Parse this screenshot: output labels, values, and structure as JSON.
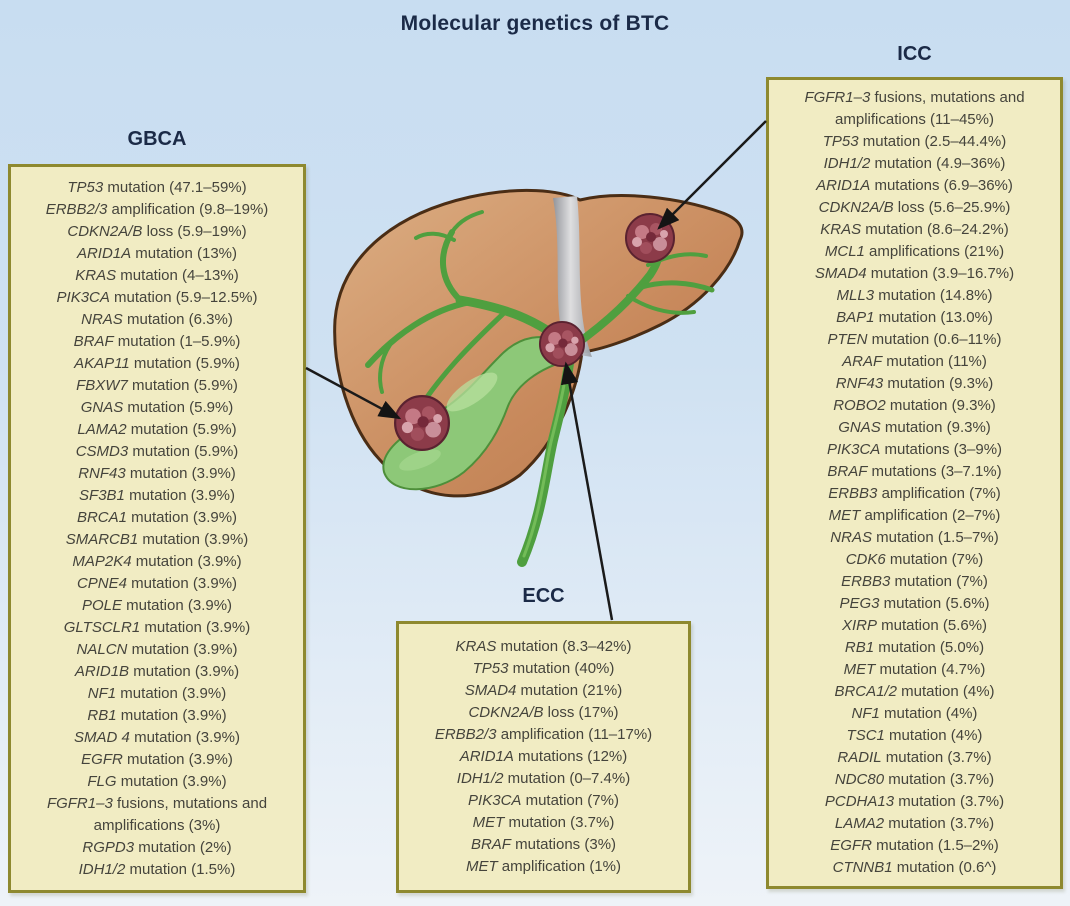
{
  "title": "Molecular genetics of BTC",
  "colors": {
    "background_top": "#c8ddf1",
    "background_bottom": "#eef3f8",
    "box_fill": "#f1ecc3",
    "box_border": "#8e892f",
    "title_text": "#1b2a47",
    "box_text": "#45443c",
    "liver": "#c8895c",
    "bile_green": "#4f9f3f",
    "gallbladder_green": "#8dc878",
    "tumor_red": "#8c3b49",
    "arrow": "#1a1a1a"
  },
  "boxes": {
    "gbca": {
      "label": "GBCA",
      "items": [
        {
          "g": "TP53",
          "r": " mutation (47.1–59%)"
        },
        {
          "g": "ERBB2/3",
          "r": " amplification (9.8–19%)"
        },
        {
          "g": "CDKN2A/B",
          "r": " loss (5.9–19%)"
        },
        {
          "g": "ARID1A",
          "r": " mutation (13%)"
        },
        {
          "g": "KRAS",
          "r": " mutation (4–13%)"
        },
        {
          "g": "PIK3CA",
          "r": " mutation (5.9–12.5%)"
        },
        {
          "g": "NRAS",
          "r": " mutation (6.3%)"
        },
        {
          "g": "BRAF",
          "r": " mutation (1–5.9%)"
        },
        {
          "g": "AKAP11",
          "r": " mutation (5.9%)"
        },
        {
          "g": "FBXW7",
          "r": " mutation (5.9%)"
        },
        {
          "g": "GNAS",
          "r": " mutation (5.9%)"
        },
        {
          "g": "LAMA2",
          "r": " mutation (5.9%)"
        },
        {
          "g": "CSMD3",
          "r": " mutation (5.9%)"
        },
        {
          "g": "RNF43",
          "r": " mutation (3.9%)"
        },
        {
          "g": "SF3B1",
          "r": " mutation (3.9%)"
        },
        {
          "g": "BRCA1",
          "r": " mutation (3.9%)"
        },
        {
          "g": "SMARCB1",
          "r": " mutation (3.9%)"
        },
        {
          "g": "MAP2K4",
          "r": " mutation (3.9%)"
        },
        {
          "g": "CPNE4",
          "r": " mutation (3.9%)"
        },
        {
          "g": "POLE",
          "r": " mutation (3.9%)"
        },
        {
          "g": "GLTSCLR1",
          "r": " mutation (3.9%)"
        },
        {
          "g": "NALCN",
          "r": " mutation (3.9%)"
        },
        {
          "g": "ARID1B",
          "r": " mutation (3.9%)"
        },
        {
          "g": "NF1",
          "r": " mutation (3.9%)"
        },
        {
          "g": "RB1",
          "r": " mutation (3.9%)"
        },
        {
          "g": "SMAD 4",
          "r": " mutation (3.9%)"
        },
        {
          "g": "EGFR",
          "r": " mutation (3.9%)"
        },
        {
          "g": "FLG",
          "r": " mutation (3.9%)"
        },
        {
          "g": "FGFR1–3",
          "r": " fusions, mutations and amplifications (3%)"
        },
        {
          "g": "RGPD3",
          "r": " mutation (2%)"
        },
        {
          "g": "IDH1/2",
          "r": " mutation (1.5%)"
        }
      ]
    },
    "icc": {
      "label": "ICC",
      "items": [
        {
          "g": "FGFR1–3",
          "r": " fusions, mutations and amplifications (11–45%)"
        },
        {
          "g": "TP53",
          "r": " mutation (2.5–44.4%)"
        },
        {
          "g": "IDH1/2",
          "r": " mutation (4.9–36%)"
        },
        {
          "g": "ARID1A",
          "r": " mutations (6.9–36%)"
        },
        {
          "g": "CDKN2A/B",
          "r": " loss (5.6–25.9%)"
        },
        {
          "g": "KRAS",
          "r": " mutation (8.6–24.2%)"
        },
        {
          "g": "MCL1",
          "r": " amplifications (21%)"
        },
        {
          "g": "SMAD4",
          "r": " mutation (3.9–16.7%)"
        },
        {
          "g": "MLL3",
          "r": " mutation (14.8%)"
        },
        {
          "g": "BAP1",
          "r": " mutation (13.0%)"
        },
        {
          "g": "PTEN",
          "r": " mutation (0.6–11%)"
        },
        {
          "g": "ARAF",
          "r": " mutation (11%)"
        },
        {
          "g": "RNF43",
          "r": " mutation (9.3%)"
        },
        {
          "g": "ROBO2",
          "r": " mutation (9.3%)"
        },
        {
          "g": "GNAS",
          "r": " mutation (9.3%)"
        },
        {
          "g": "PIK3CA",
          "r": " mutations (3–9%)"
        },
        {
          "g": "BRAF",
          "r": " mutations (3–7.1%)"
        },
        {
          "g": "ERBB3",
          "r": " amplification (7%)"
        },
        {
          "g": "MET",
          "r": " amplification (2–7%)"
        },
        {
          "g": "NRAS",
          "r": " mutation (1.5–7%)"
        },
        {
          "g": "CDK6",
          "r": " mutation (7%)"
        },
        {
          "g": "ERBB3",
          "r": " mutation (7%)"
        },
        {
          "g": "PEG3",
          "r": " mutation (5.6%)"
        },
        {
          "g": "XIRP",
          "r": " mutation (5.6%)"
        },
        {
          "g": "RB1",
          "r": " mutation (5.0%)"
        },
        {
          "g": "MET",
          "r": " mutation (4.7%)"
        },
        {
          "g": "BRCA1/2",
          "r": " mutation (4%)"
        },
        {
          "g": "NF1",
          "r": " mutation (4%)"
        },
        {
          "g": "TSC1",
          "r": " mutation (4%)"
        },
        {
          "g": "RADIL",
          "r": " mutation (3.7%)"
        },
        {
          "g": "NDC80",
          "r": " mutation (3.7%)"
        },
        {
          "g": "PCDHA13",
          "r": " mutation (3.7%)"
        },
        {
          "g": "LAMA2",
          "r": " mutation (3.7%)"
        },
        {
          "g": "EGFR",
          "r": " mutation (1.5–2%)"
        },
        {
          "g": "CTNNB1",
          "r": " mutation (0.6^)"
        }
      ]
    },
    "ecc": {
      "label": "ECC",
      "items": [
        {
          "g": "KRAS",
          "r": " mutation (8.3–42%)"
        },
        {
          "g": "TP53",
          "r": " mutation (40%)"
        },
        {
          "g": "SMAD4",
          "r": " mutation (21%)"
        },
        {
          "g": "CDKN2A/B",
          "r": " loss (17%)"
        },
        {
          "g": "ERBB2/3",
          "r": " amplification (11–17%)"
        },
        {
          "g": "ARID1A",
          "r": " mutations (12%)"
        },
        {
          "g": "IDH1/2",
          "r": " mutation (0–7.4%)"
        },
        {
          "g": "PIK3CA",
          "r": " mutation (7%)"
        },
        {
          "g": "MET",
          "r": " mutation (3.7%)"
        },
        {
          "g": "BRAF",
          "r": " mutations (3%)"
        },
        {
          "g": "MET",
          "r": " amplification (1%)"
        }
      ]
    }
  }
}
